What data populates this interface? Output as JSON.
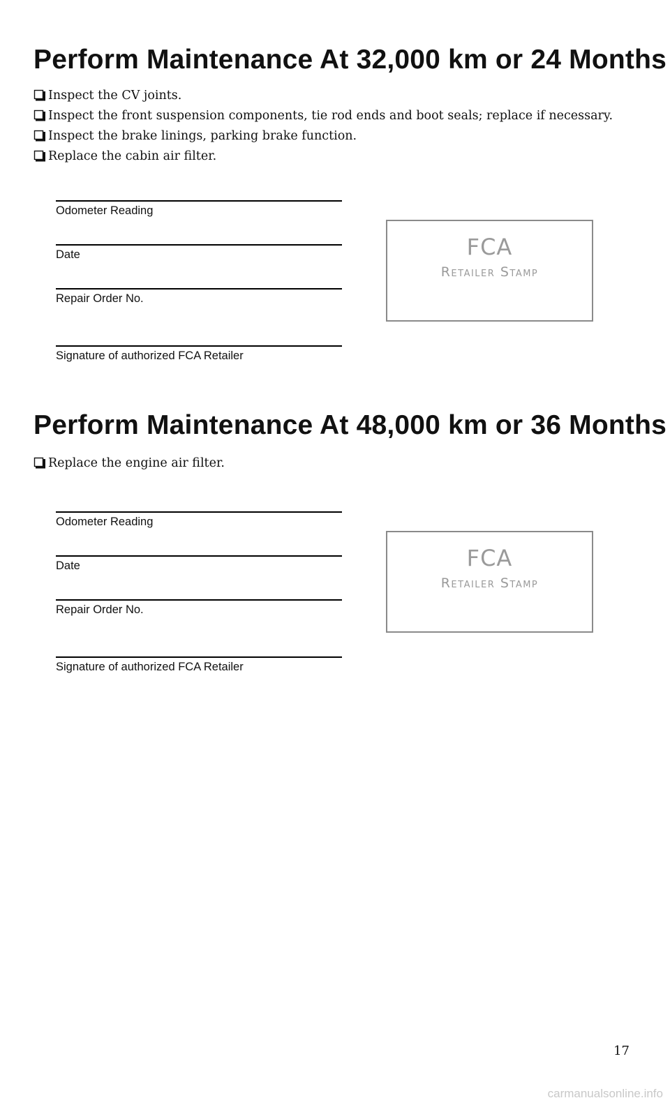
{
  "sections": [
    {
      "heading": "Perform Maintenance At 32,000 km or 24 Months",
      "items": [
        "Inspect the CV joints.",
        "Inspect the front suspension components, tie rod ends and boot seals; replace if necessary.",
        "Inspect the brake linings, parking brake function.",
        "Replace the cabin air filter."
      ],
      "form": {
        "odometer_label": "Odometer Reading",
        "date_label": "Date",
        "repair_order_label": "Repair Order No.",
        "signature_label": "Signature of authorized FCA Retailer"
      },
      "stamp": {
        "brand": "FCA",
        "label": "Retailer Stamp"
      }
    },
    {
      "heading": "Perform Maintenance At 48,000 km or 36 Months",
      "items": [
        "Replace the engine air filter."
      ],
      "form": {
        "odometer_label": "Odometer Reading",
        "date_label": "Date",
        "repair_order_label": "Repair Order No.",
        "signature_label": "Signature of authorized FCA Retailer"
      },
      "stamp": {
        "brand": "FCA",
        "label": "Retailer Stamp"
      }
    }
  ],
  "page_number": "17",
  "watermark": "carmanualsonline.info"
}
